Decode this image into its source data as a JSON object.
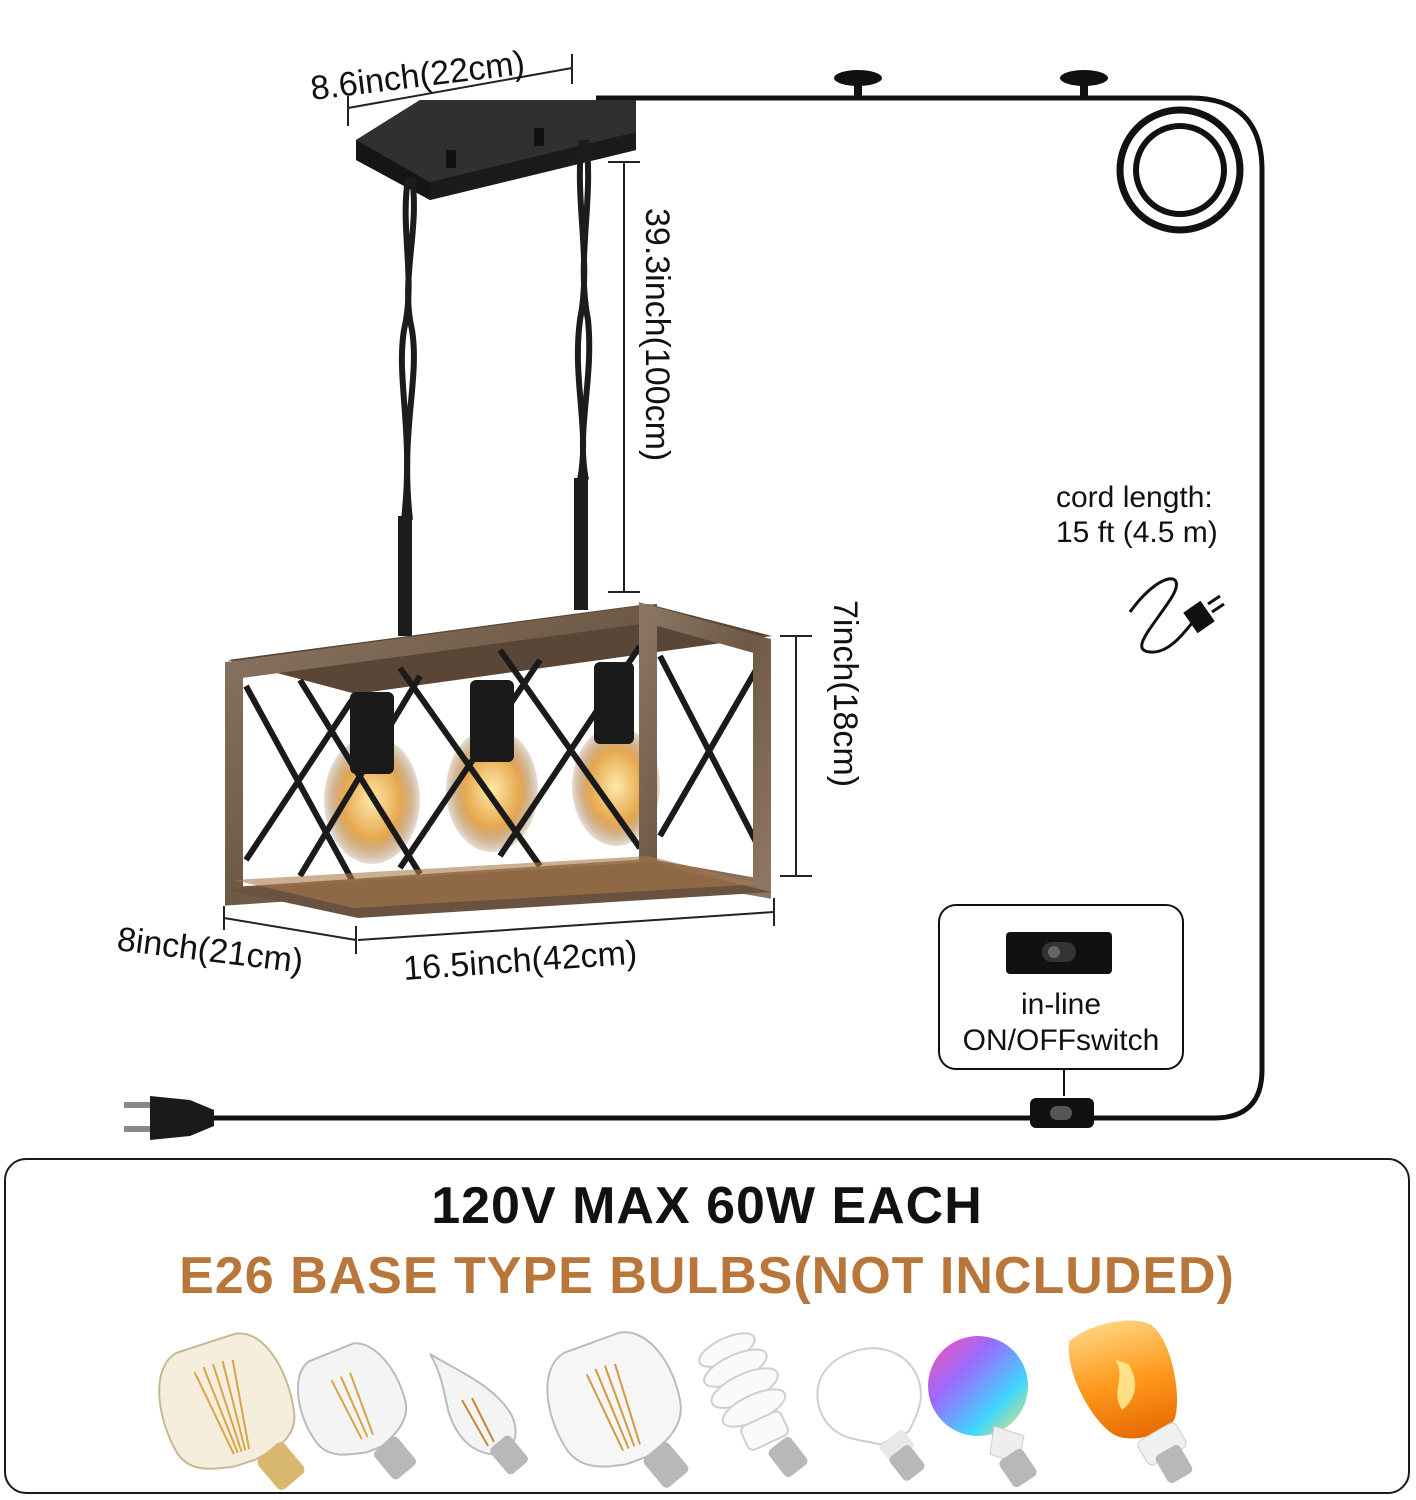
{
  "dimensions": {
    "top_width": "8.6inch(22cm)",
    "chain_length": "39.3inch(100cm)",
    "height": "7inch(18cm)",
    "depth": "8inch(21cm)",
    "length": "16.5inch(42cm)"
  },
  "cord": {
    "label_line1": "cord length:",
    "label_line2": "15 ft (4.5 m)",
    "plug_icon": "plug-cord-icon"
  },
  "switch": {
    "label_line1": "in-line",
    "label_line2": "ON/OFFswitch",
    "icon": "rocker-switch-icon"
  },
  "specs": {
    "line1": "120V MAX 60W EACH",
    "line2": "E26 BASE TYPE BULBS(NOT INCLUDED)",
    "line2_color": "#b9763a"
  },
  "bulbs": [
    {
      "name": "st64-edison-bulb-icon"
    },
    {
      "name": "st58-edison-bulb-icon"
    },
    {
      "name": "candle-flame-tip-bulb-icon"
    },
    {
      "name": "st64-filament-bulb-icon"
    },
    {
      "name": "spiral-cfl-bulb-icon"
    },
    {
      "name": "a19-led-bulb-icon"
    },
    {
      "name": "rgb-smart-bulb-icon"
    },
    {
      "name": "flame-effect-bulb-icon"
    }
  ],
  "colors": {
    "wood": "#7a6250",
    "metal": "#1e1e1e",
    "accent": "#b9763a"
  }
}
